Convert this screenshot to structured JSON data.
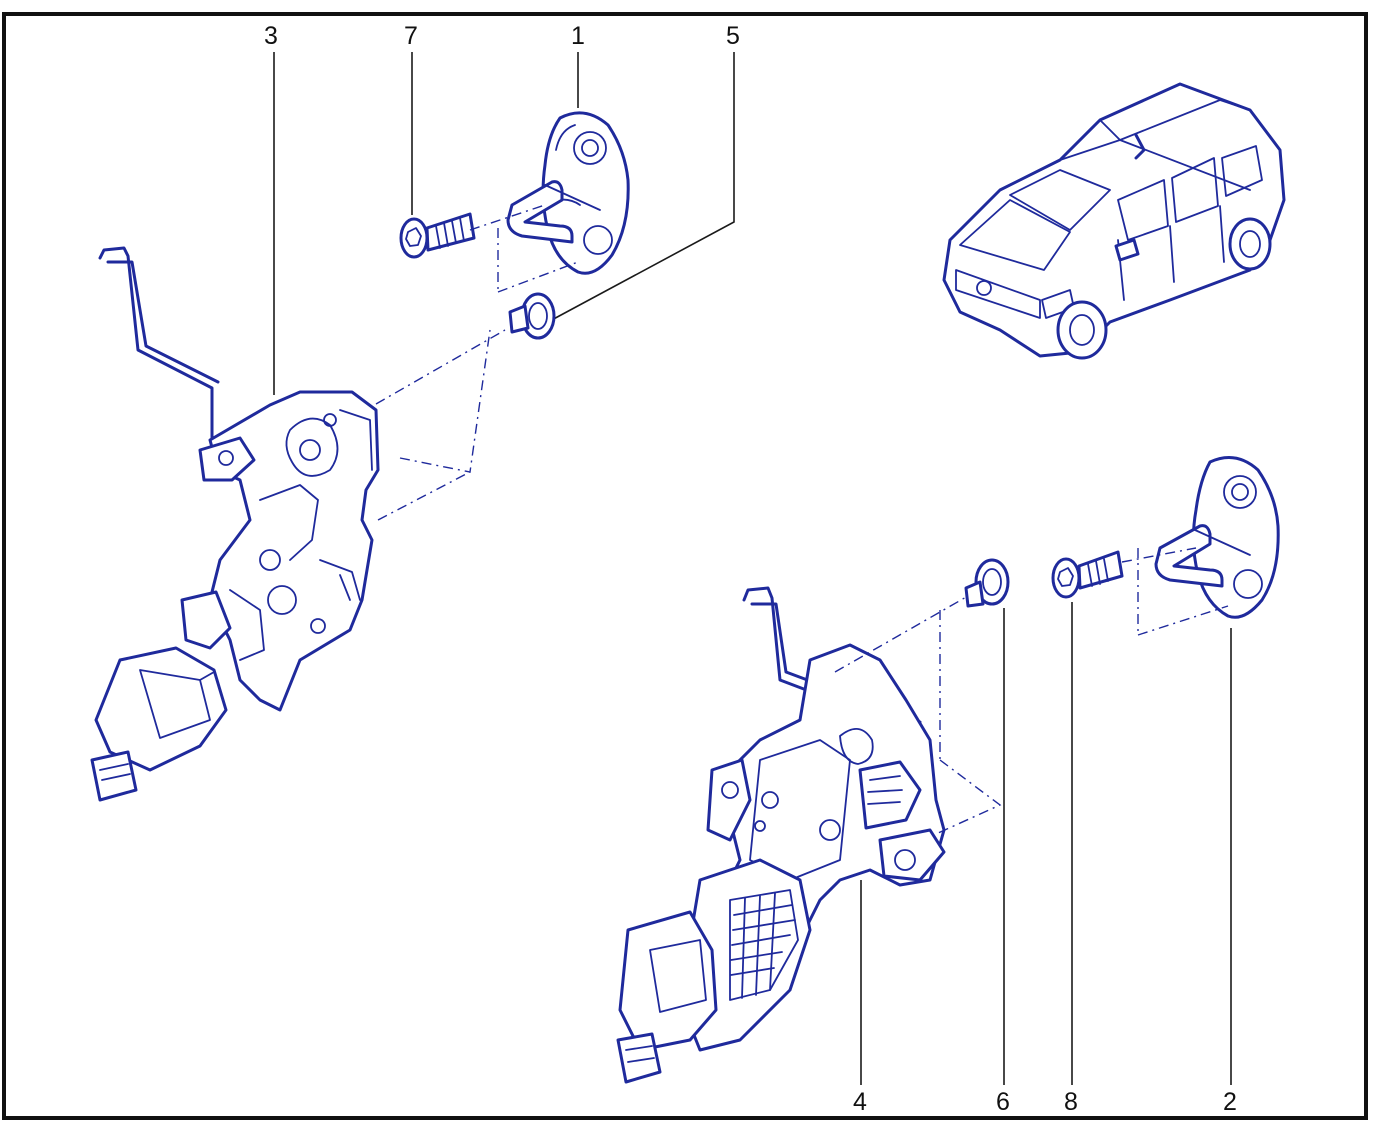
{
  "colors": {
    "part_ink": "#1f2a9c",
    "frame": "#111111",
    "label": "#111111"
  },
  "callouts": [
    {
      "id": "callout-3",
      "label": "3"
    },
    {
      "id": "callout-7",
      "label": "7"
    },
    {
      "id": "callout-1",
      "label": "1"
    },
    {
      "id": "callout-5",
      "label": "5"
    },
    {
      "id": "callout-4",
      "label": "4"
    },
    {
      "id": "callout-6",
      "label": "6"
    },
    {
      "id": "callout-8",
      "label": "8"
    },
    {
      "id": "callout-2",
      "label": "2"
    }
  ]
}
